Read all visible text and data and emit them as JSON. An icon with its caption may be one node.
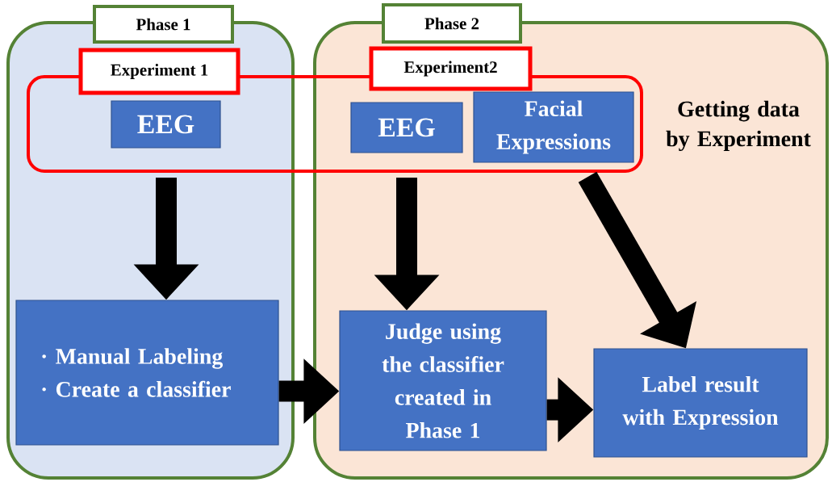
{
  "diagram": {
    "nodes": [
      {
        "text": [
          "Phase 1"
        ]
      },
      {
        "text": [
          "Phase 2"
        ]
      },
      {
        "text": [],
        "shape": "box"
      },
      {
        "text": [
          "Experiment 1"
        ],
        "in": 0
      },
      {
        "text": [
          "Experiment2"
        ],
        "in": 1
      },
      {
        "text": [
          "EEG"
        ]
      },
      {
        "text": [
          "EEG"
        ]
      },
      {
        "text": [
          "Facial Expressions"
        ]
      },
      {
        "text": [
          "· Manual Labeling",
          "· Create a classifier"
        ],
        "in": 0
      },
      {
        "text": [
          "Judge using the classifier created in Phase 1"
        ],
        "in": 1
      },
      {
        "text": [
          "Label result with Expression"
        ],
        "in": 1
      }
    ],
    "edges": [
      {
        "from": 2,
        "to": 8,
        "arrow": "to"
      },
      {
        "from": 2,
        "to": 9,
        "arrow": "to"
      },
      {
        "from": 2,
        "to": 10,
        "arrow": "to"
      },
      {
        "from": 8,
        "to": 9,
        "arrow": "to"
      },
      {
        "from": 9,
        "to": 10,
        "arrow": "to"
      }
    ],
    "labels": [
      "Getting data by Experiment"
    ]
  }
}
